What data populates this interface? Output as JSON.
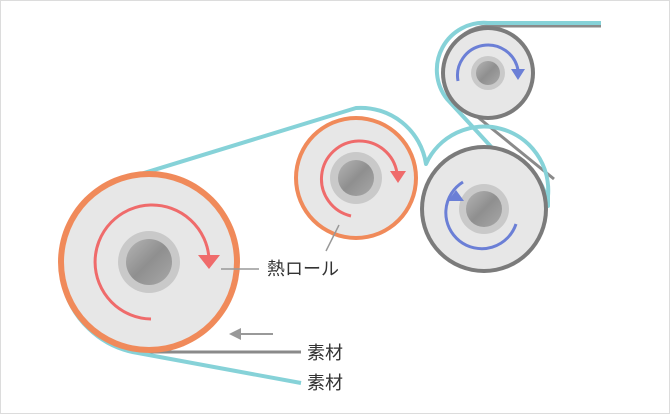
{
  "labels": {
    "heat_roll": "熱ロール",
    "material_top": "素材",
    "material_bottom": "素材"
  },
  "colors": {
    "roller_face": "#e7e7e7",
    "roller_hub_outer": "#c9c9c9",
    "roller_hub_inner": "#9a9a9a",
    "heat_roll_rim": "#f08a5a",
    "cold_roll_rim": "#7b7b7b",
    "belt_cyan": "#86d2d8",
    "belt_gray": "#8a8a8a",
    "arrow_red": "#ef6b6b",
    "arrow_blue": "#6b7fd6",
    "leader": "#999999"
  }
}
